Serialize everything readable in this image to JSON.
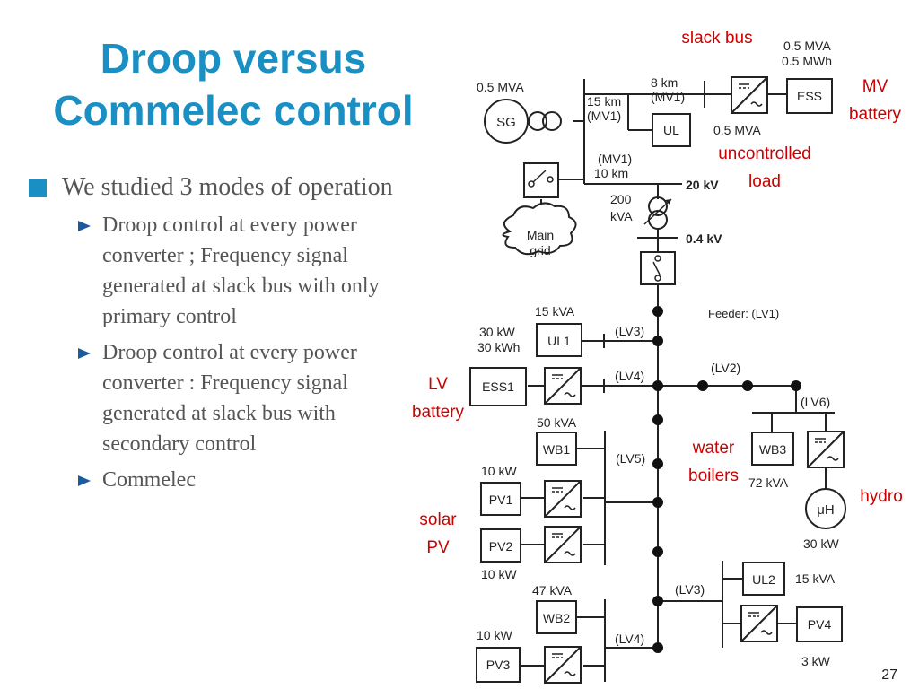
{
  "slide": {
    "title_line1": "Droop versus",
    "title_line2": "Commelec control",
    "page_number": "27",
    "colors": {
      "title": "#1a8fc4",
      "body": "#555555",
      "annotation": "#cc0000",
      "bullet_square": "#1a8fc4",
      "bullet_triangle": "#1a5aa0"
    }
  },
  "bullets": {
    "main": "We studied  3 modes of operation",
    "sub": [
      "Droop control  at every power converter ; Frequency signal generated at slack bus with only primary control",
      "Droop control  at every power converter : Frequency signal generated at slack bus with secondary control",
      "Commelec"
    ]
  },
  "diagram": {
    "annotations": {
      "slack_bus": "slack bus",
      "mv_battery_1": "MV",
      "mv_battery_2": "battery",
      "uncontrolled_1": "uncontrolled",
      "uncontrolled_2": "load",
      "lv_battery_1": "LV",
      "lv_battery_2": "battery",
      "water_1": "water",
      "water_2": "boilers",
      "hydro": "hydro",
      "solar_1": "solar",
      "solar_2": "PV"
    },
    "labels": {
      "sg_rating": "0.5 MVA",
      "sg": "SG",
      "mv1_15km_a": "15 km",
      "mv1_15km_b": "(MV1)",
      "mv1_8km_a": "8 km",
      "mv1_8km_b": "(MV1)",
      "ess_rating_a": "0.5 MVA",
      "ess_rating_b": "0.5 MWh",
      "ess": "ESS",
      "ul": "UL",
      "ul_rating": "0.5 MVA",
      "mv1_10km_a": "(MV1)",
      "mv1_10km_b": "10 km",
      "tx_rating_a": "200",
      "tx_rating_b": "kVA",
      "v20": "20 kV",
      "v04": "0.4 kV",
      "main_grid_a": "Main",
      "main_grid_b": "grid",
      "feeder": "Feeder: (LV1)",
      "ul1_rating": "15 kVA",
      "ul1": "UL1",
      "ess1_rating_a": "30 kW",
      "ess1_rating_b": "30 kWh",
      "ess1": "ESS1",
      "lv3_top": "(LV3)",
      "lv4_top": "(LV4)",
      "lv2": "(LV2)",
      "lv6": "(LV6)",
      "wb1_rating": "50 kVA",
      "wb1": "WB1",
      "lv5": "(LV5)",
      "pv1_rating": "10 kW",
      "pv1": "PV1",
      "pv2": "PV2",
      "pv2_rating": "10 kW",
      "wb3": "WB3",
      "wb3_rating": "72 kVA",
      "hydro_unit": "μH",
      "hydro_rating": "30 kW",
      "ul2": "UL2",
      "ul2_rating": "15 kVA",
      "lv3_bottom": "(LV3)",
      "pv4": "PV4",
      "pv4_rating": "3 kW",
      "wb2_rating": "47 kVA",
      "wb2": "WB2",
      "lv4_bottom": "(LV4)",
      "pv3_rating": "10 kW",
      "pv3": "PV3"
    }
  }
}
